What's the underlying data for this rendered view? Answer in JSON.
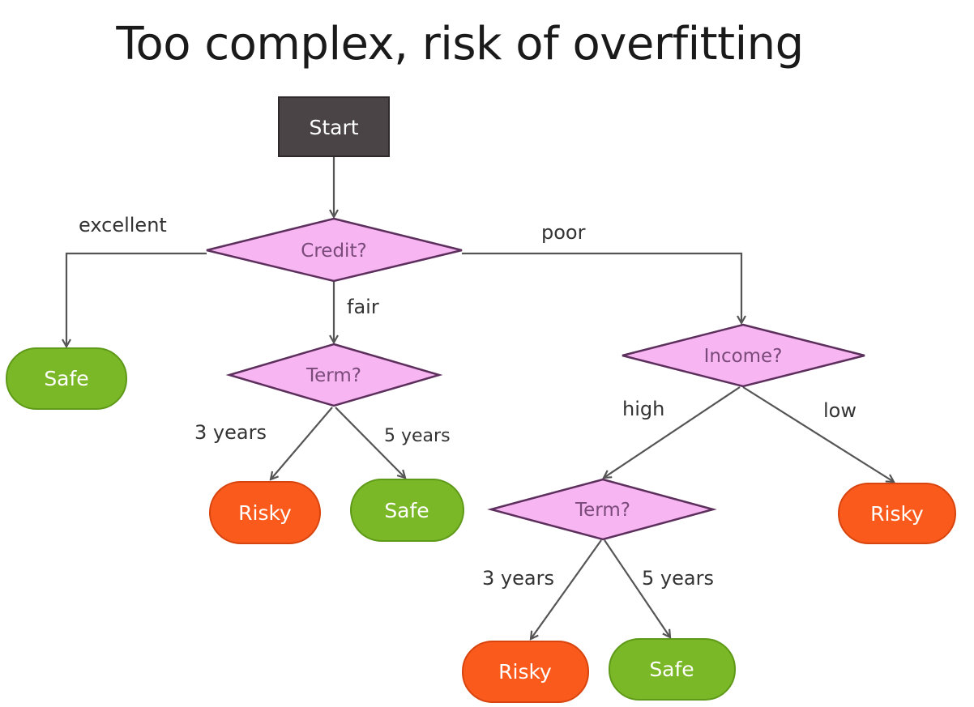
{
  "title": "Too complex, risk of overfitting",
  "colors": {
    "start": "#4a4446",
    "decision": "#f7b6f2",
    "decision_stroke": "#5c2f5c",
    "safe": "#7ab828",
    "safe_stroke": "#5e9a18",
    "risky": "#fa5a1c",
    "risky_stroke": "#d8440e"
  },
  "nodes": {
    "start": {
      "label": "Start",
      "shape": "rectangle"
    },
    "credit": {
      "label": "Credit?",
      "shape": "diamond"
    },
    "safe_excellent": {
      "label": "Safe",
      "shape": "pill",
      "class": "safe"
    },
    "term1": {
      "label": "Term?",
      "shape": "diamond"
    },
    "risky_term1_3y": {
      "label": "Risky",
      "shape": "pill",
      "class": "risky"
    },
    "safe_term1_5y": {
      "label": "Safe",
      "shape": "pill",
      "class": "safe"
    },
    "income": {
      "label": "Income?",
      "shape": "diamond"
    },
    "risky_low": {
      "label": "Risky",
      "shape": "pill",
      "class": "risky"
    },
    "term2": {
      "label": "Term?",
      "shape": "diamond"
    },
    "risky_term2_3y": {
      "label": "Risky",
      "shape": "pill",
      "class": "risky"
    },
    "safe_term2_5y": {
      "label": "Safe",
      "shape": "pill",
      "class": "safe"
    }
  },
  "edges": {
    "start_credit": {
      "from": "start",
      "to": "credit",
      "label": ""
    },
    "credit_excellent": {
      "from": "credit",
      "to": "safe_excellent",
      "label": "excellent"
    },
    "credit_fair": {
      "from": "credit",
      "to": "term1",
      "label": "fair"
    },
    "credit_poor": {
      "from": "credit",
      "to": "income",
      "label": "poor"
    },
    "term1_3y": {
      "from": "term1",
      "to": "risky_term1_3y",
      "label": "3 years"
    },
    "term1_5y": {
      "from": "term1",
      "to": "safe_term1_5y",
      "label": "5 years"
    },
    "income_high": {
      "from": "income",
      "to": "term2",
      "label": "high"
    },
    "income_low": {
      "from": "income",
      "to": "risky_low",
      "label": "low"
    },
    "term2_3y": {
      "from": "term2",
      "to": "risky_term2_3y",
      "label": "3 years"
    },
    "term2_5y": {
      "from": "term2",
      "to": "safe_term2_5y",
      "label": "5 years"
    }
  }
}
